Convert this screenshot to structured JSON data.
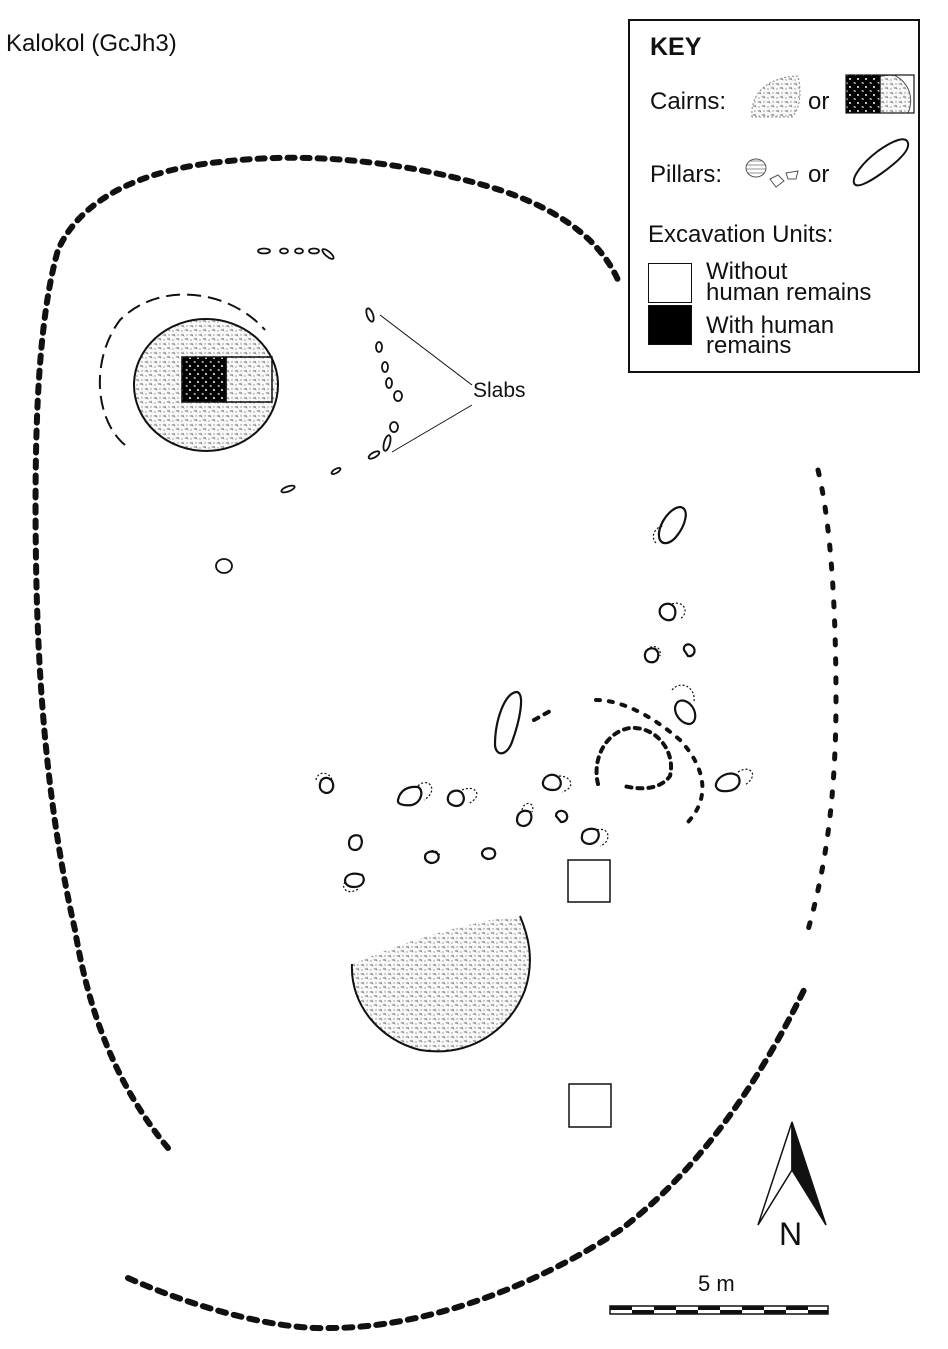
{
  "title": "Kalokol (GcJh3)",
  "key": {
    "heading": "KEY",
    "cairns_label": "Cairns:",
    "or_1": "or",
    "pillars_label": "Pillars:",
    "or_2": "or",
    "excavation_label": "Excavation Units:",
    "without_line1": "Without",
    "without_line2": "human remains",
    "with_line1": "With human",
    "with_line2": "remains"
  },
  "map_labels": {
    "slabs": "Slabs",
    "north": "N",
    "scale": "5 m"
  },
  "colors": {
    "ink": "#111111",
    "cairn_fill": "#eeeeee",
    "human_remains_fill": "#000000",
    "background": "#ffffff"
  },
  "icons": [
    "cairn-icon",
    "pillar-icon",
    "north-arrow-icon",
    "scale-bar-icon"
  ]
}
